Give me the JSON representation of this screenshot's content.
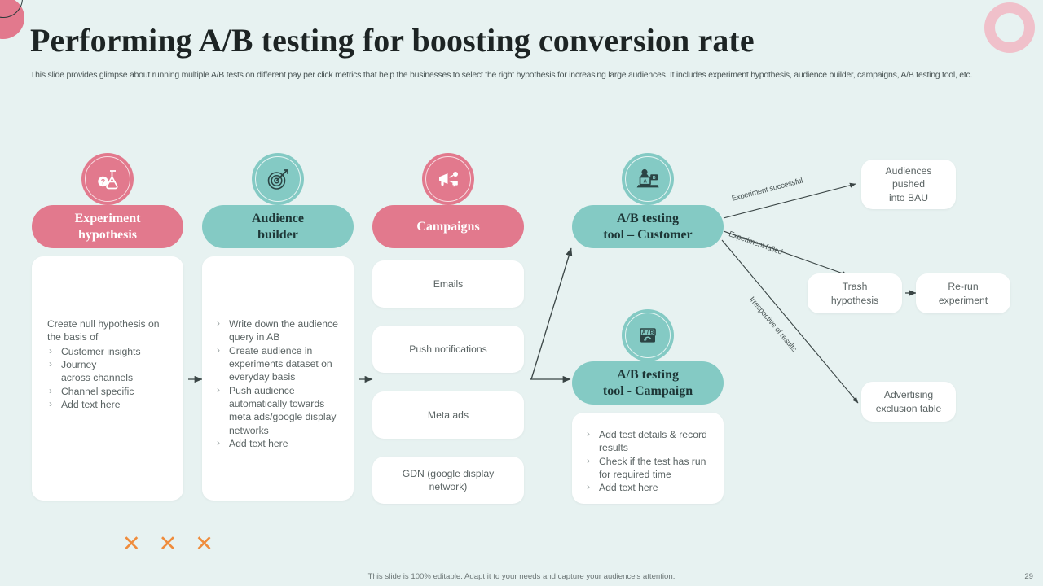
{
  "header": {
    "title": "Performing A/B testing for boosting conversion rate",
    "subtitle": "This slide provides glimpse about running multiple A/B tests on different pay per click metrics that help the businesses to select the right hypothesis for increasing large audiences. It includes experiment hypothesis, audience builder, campaigns, A/B testing tool, etc."
  },
  "colors": {
    "background": "#e7f2f1",
    "pink": "#e2798d",
    "teal": "#84cac4",
    "pink_light": "#f0c0ca",
    "orange": "#ef8c3c",
    "card": "#ffffff",
    "text": "#5a6363"
  },
  "columns": {
    "hypothesis": {
      "icon": "flask-question-icon",
      "title_line1": "Experiment",
      "title_line2": "hypothesis",
      "lead": "Create null hypothesis on the basis of",
      "bullets": [
        "Customer insights",
        "Journey",
        "Channel specific",
        "Add text here"
      ],
      "bullet_sub": "across channels"
    },
    "audience": {
      "icon": "target-dart-icon",
      "title_line1": "Audience",
      "title_line2": "builder",
      "bullets": [
        "Write down the audience query in AB",
        "Create audience in experiments dataset on everyday basis",
        "Push audience automatically towards meta ads/google display networks",
        "Add text here"
      ]
    },
    "campaigns": {
      "icon": "megaphone-icon",
      "title": "Campaigns",
      "items": [
        "Emails",
        "Push notifications",
        "Meta ads",
        "GDN (google display network)"
      ]
    },
    "tool_customer": {
      "icon": "laptop-ab-person-icon",
      "title_line1": "A/B testing",
      "title_line2": "tool – Customer"
    },
    "tool_campaign": {
      "icon": "ab-swap-icon",
      "title_line1": "A/B testing",
      "title_line2": "tool - Campaign",
      "bullets": [
        "Add test details & record results",
        "Check if the test has run for required time",
        "Add text here"
      ]
    }
  },
  "edges": {
    "successful": "Experiment successful",
    "failed": "Experiment failed",
    "irrespective": "Irrespective of results"
  },
  "outcomes": {
    "bau": "Audiences\npushed\ninto BAU",
    "bau_lines": [
      "Audiences",
      "pushed",
      "into BAU"
    ],
    "trash_lines": [
      "Trash",
      "hypothesis"
    ],
    "rerun_lines": [
      "Re-run",
      "experiment"
    ],
    "exclusion_lines": [
      "Advertising",
      "exclusion table"
    ]
  },
  "footer": {
    "note": "This slide is 100% editable. Adapt it to your needs and capture your audience's attention.",
    "page_number": "29",
    "x_mark": "✕"
  }
}
